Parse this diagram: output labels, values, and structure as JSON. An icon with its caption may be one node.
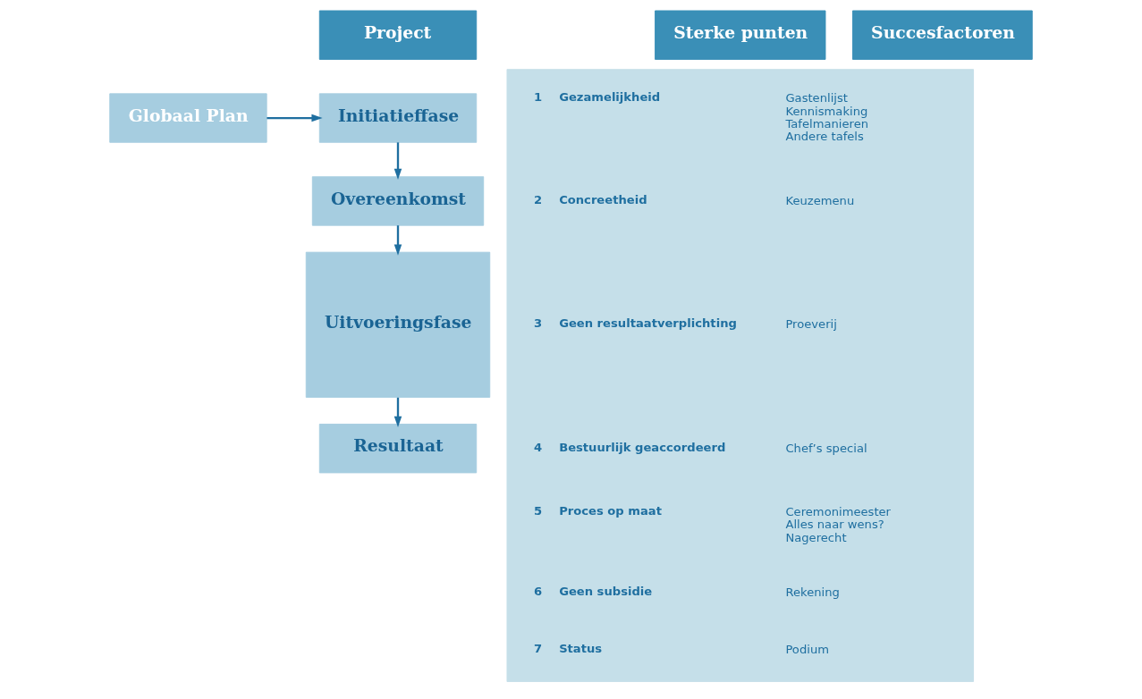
{
  "diagram": {
    "nodes": [
      {
        "text": [
          "Project"
        ]
      },
      {
        "text": [
          "Sterke punten"
        ]
      },
      {
        "text": [
          "Succesfactoren"
        ]
      },
      {
        "text": [
          "Globaal Plan"
        ]
      },
      {
        "text": [
          "Initiatieffase"
        ]
      },
      {
        "text": [
          "Overeenkomst"
        ]
      },
      {
        "text": [
          "Uitvoeringsfase"
        ]
      },
      {
        "text": [
          "Resultaat"
        ]
      },
      {
        "text": [],
        "shape": "box"
      },
      {
        "text": [
          "1",
          "Gezamelijkheid",
          "Gastenlijst",
          "Kennismaking",
          "Tafelmanieren",
          "Andere tafels"
        ],
        "in": 8
      },
      {
        "text": [
          "2",
          "Concreetheid",
          "Keuzemenu"
        ],
        "in": 8
      },
      {
        "text": [
          "3",
          "Geen resultaatverplichting",
          "Proeverij"
        ],
        "in": 8
      },
      {
        "text": [
          "4",
          "Bestuurlijk geaccordeerd",
          "Chef’s special"
        ],
        "in": 8
      },
      {
        "text": [
          "5",
          "Proces op maat",
          "Ceremonimeester",
          "Alles naar wens?",
          "Nagerecht"
        ],
        "in": 8
      },
      {
        "text": [
          "6",
          "Geen subsidie",
          "Rekening"
        ],
        "in": 8
      },
      {
        "text": [
          "7",
          "Status",
          "Podium"
        ],
        "in": 8
      }
    ],
    "edges": [
      {
        "from": 3,
        "to": 4,
        "arrow": "to"
      },
      {
        "from": 4,
        "to": 5,
        "arrow": "to"
      },
      {
        "from": 5,
        "to": 6,
        "arrow": "to"
      },
      {
        "from": 6,
        "to": 7,
        "arrow": "to"
      }
    ]
  }
}
